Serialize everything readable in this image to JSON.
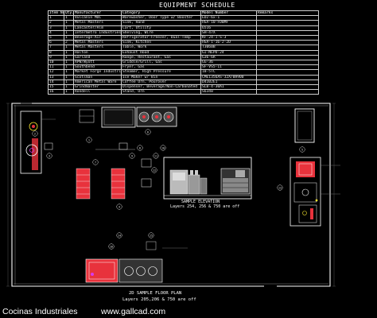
{
  "schedule": {
    "title": "EQUIPMENT SCHEDULE",
    "headers": [
      "Item No.",
      "Qty.",
      "Manufacturer",
      "Category",
      "Model Number",
      "Remarks"
    ],
    "rows": [
      [
        "1",
        "1",
        "Vulcanin MOC",
        "Warewasher, Door Type w/ Booster",
        "ED2-6x-1",
        ""
      ],
      [
        "2",
        "1",
        "Metal Masters",
        "Sink, Hand",
        "HSA-10-FDBMF",
        ""
      ],
      [
        "3",
        "1",
        "Lancaster/Alm",
        "Cart, Utility",
        "6516",
        ""
      ],
      [
        "4",
        "1",
        "Intermetro Industries",
        "Shelving, Wire",
        "SH-47X",
        ""
      ],
      [
        "5",
        "1",
        "Beverage-Air",
        "Refrigerator-Freezer, Dual-Temp",
        "KF-24-1-S-3",
        ""
      ],
      [
        "6",
        "2",
        "Metal Masters",
        "Sink, Kitchen",
        "HSA-1-16-2-2D",
        ""
      ],
      [
        "7",
        "1",
        "Metal Masters",
        "Table, Work",
        "T3060B",
        ""
      ],
      [
        "8",
        "1",
        "Halton",
        "Exhaust Hood",
        "GI-NEPD-24",
        ""
      ],
      [
        "9",
        "1",
        "Garland",
        "Range, Restaurant, Gas",
        "G36-6R",
        ""
      ],
      [
        "10",
        "1",
        "APW/Wyott",
        "Griddle/Grill, Gas",
        "GG-36",
        ""
      ],
      [
        "11",
        "1",
        "Southbend",
        "Fryer, Gas",
        "SF-VS5-11",
        ""
      ],
      [
        "12",
        "1",
        "Market Forge Industries",
        "Steamer, High Pressure",
        "18-5TC",
        ""
      ],
      [
        "13",
        "1",
        "Scotsman",
        "Ice Maker w/ Bin",
        "CME1356AS-32A/BH900",
        ""
      ],
      [
        "14",
        "1",
        "American Metal Ware",
        "Coffee Urn, Pourover",
        "D4102E1",
        ""
      ],
      [
        "15",
        "1",
        "Grindmaster",
        "Dispenser, Beverage/Non-Carbonated",
        "SLB-4-30A1",
        ""
      ],
      [
        "16",
        "1",
        "Rondell",
        "Stand, Urn",
        "S6340",
        ""
      ]
    ]
  },
  "plan": {
    "caption_line1": "2D SAMPLE FLOOR PLAN",
    "caption_line2": "Layers 205,206 & 750 are off"
  },
  "elevation": {
    "caption_line1": "SAMPLE ELEVATION",
    "caption_line2": "Layers 254, 256 & 750 are off"
  },
  "tags": [
    "1",
    "2",
    "3",
    "4",
    "5",
    "6",
    "7",
    "8",
    "9",
    "10",
    "11",
    "12",
    "13",
    "14",
    "15",
    "16"
  ],
  "footer": {
    "title": "Cocinas Industriales",
    "url": "www.gallcad.com"
  },
  "colors": {
    "background": "#000000",
    "walls": "#ffffff",
    "equipment_red": "#e8323c",
    "accent_magenta": "#d63cf0",
    "accent_yellow": "#f3e22e",
    "accent_cyan": "#35d0e8",
    "accent_green": "#3ad24a"
  }
}
